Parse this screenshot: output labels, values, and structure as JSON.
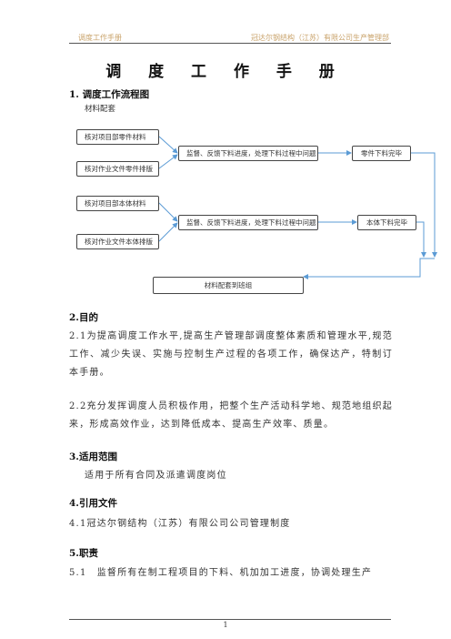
{
  "header": {
    "left": "调度工作手册",
    "right": "冠达尔钢结构（江苏）有限公司生产管理部"
  },
  "title": "调 度 工 作 手 册",
  "section1": {
    "heading": "1. 调度工作流程图",
    "subheading": "材料配套"
  },
  "flow": {
    "box_a1": "核对项目部零件材料",
    "box_a2": "核对作业文件零件排版",
    "box_m1": "监督、反馈下料进度，处理下料过程中问题",
    "box_r1": "零件下料完毕",
    "box_b1": "核对项目部本体材料",
    "box_b2": "核对作业文件本体排版",
    "box_m2": "监督、反馈下料进度，处理下料过程中问题",
    "box_r2": "本体下料完毕",
    "box_end": "材料配套到班组"
  },
  "section2": {
    "heading": "2.目的",
    "p1": "2.1为提高调度工作水平,提高生产管理部调度整体素质和管理水平,规范工作、减少失误、实施与控制生产过程的各项工作，确保达产，特制订本手册。",
    "p2": "2.2充分发挥调度人员积极作用，把整个生产活动科学地、规范地组织起来，形成高效作业，达到降低成本、提高生产效率、质量。"
  },
  "section3": {
    "heading": "3.适用范围",
    "p1": "适用于所有合同及派遣调度岗位"
  },
  "section4": {
    "heading": "4.引用文件",
    "p1": "4.1冠达尔钢结构（江苏）有限公司公司管理制度"
  },
  "section5": {
    "heading": "5.职责",
    "p1": "5.1　监督所有在制工程项目的下料、机加加工进度，协调处理生产"
  },
  "footer": {
    "page_number": "1"
  },
  "colors": {
    "header_text": "#c9a36b",
    "arrow": "#5b9bd5"
  }
}
